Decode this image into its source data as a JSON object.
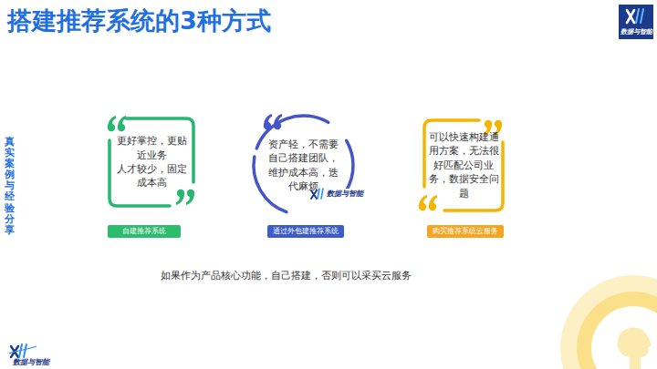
{
  "diagram": {
    "title": "搭建推荐系统的3种方式",
    "nodes": [
      {
        "text": [
          "数据与智能"
        ]
      },
      {
        "text": [
          "更好掌控，更贴近业务",
          "人才较少，固定成本高"
        ]
      },
      {
        "text": [
          "自建推荐系统"
        ]
      },
      {
        "text": [
          "资产轻，不需要自己搭建团队，维护成本高，迭代麻烦"
        ]
      },
      {
        "text": [
          "通过外包建推荐系统"
        ]
      },
      {
        "text": [
          "可以快速构建通用方案，无法很好匹配公司业务，数据安全问题"
        ]
      },
      {
        "text": [
          "购买推荐系统云服务"
        ]
      }
    ],
    "labels": [
      "真实案例与经验分享",
      "数据与智能",
      "如果作为产品核心功能，自己搭建，否则可以采买云服务",
      "数据与智能"
    ]
  }
}
